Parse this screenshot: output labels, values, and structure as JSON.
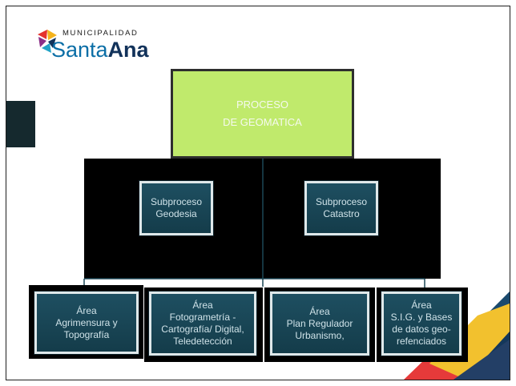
{
  "logo": {
    "top_text": "MUNICIPALIDAD",
    "name_part1": "Santa",
    "name_part2": "Ana"
  },
  "org_chart": {
    "root": {
      "lines": [
        "PROCESO",
        "DE GEOMATICA"
      ]
    },
    "subprocesses": [
      {
        "lines": [
          "Subproceso",
          "Geodesia"
        ]
      },
      {
        "lines": [
          "Subproceso",
          "Catastro"
        ]
      }
    ],
    "areas": [
      {
        "lines": [
          "Área",
          "Agrimensura y",
          "Topografía"
        ]
      },
      {
        "lines": [
          "Área",
          "Fotogrametría -",
          "Cartografía/ Digital,",
          "Teledetección"
        ]
      },
      {
        "lines": [
          "Área",
          "Plan Regulador",
          "Urbanismo,"
        ]
      },
      {
        "lines": [
          "Área",
          "S.I.G. y Bases",
          "de datos geo-",
          "refenciados"
        ]
      }
    ]
  },
  "colors": {
    "root_fill": "#c0ea6c",
    "node_fill": "#1b4757",
    "logo_blue": "#0b6ea6",
    "logo_navy": "#12325a"
  }
}
